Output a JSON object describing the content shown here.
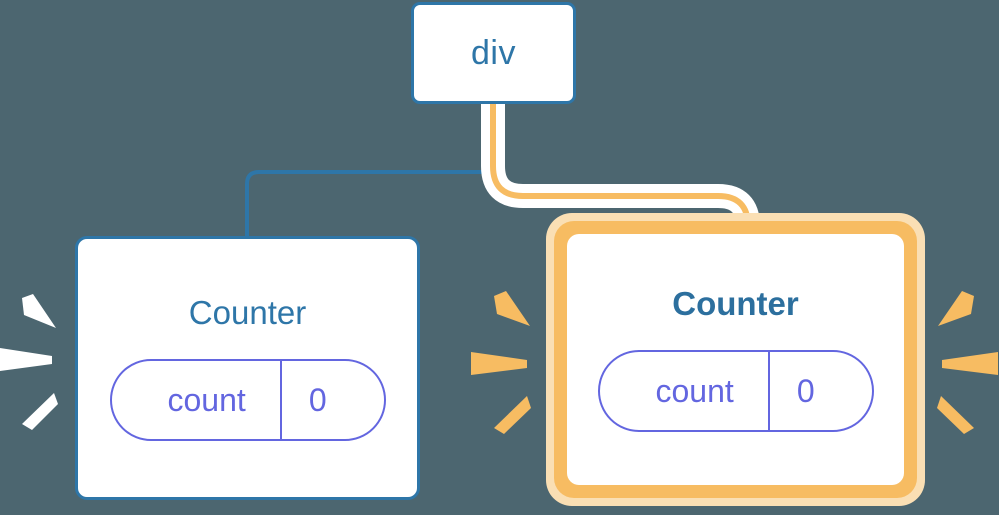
{
  "diagram": {
    "title": "react-component-tree-rerender",
    "background_color": "#4c6670",
    "nodes": {
      "root": {
        "label": "div",
        "border_color": "#2e76a8",
        "highlighted": false
      },
      "counter_left": {
        "label": "Counter",
        "border_color": "#2e76a8",
        "highlighted": false,
        "state": {
          "key": "count",
          "value": "0",
          "color": "#6366e0"
        }
      },
      "counter_right": {
        "label": "Counter",
        "border_color": "#f7bc62",
        "glow_color": "#fadfb4",
        "highlighted": true,
        "state": {
          "key": "count",
          "value": "0",
          "color": "#6366e0"
        }
      }
    },
    "edges": [
      {
        "name": "edge-div-to-counter-left",
        "from": "root",
        "to": "counter_left",
        "color": "#2e76a8",
        "highlighted": false
      },
      {
        "name": "edge-div-to-counter-right",
        "from": "root",
        "to": "counter_right",
        "color": "#f7bc62",
        "halo_color": "#ffffff",
        "highlighted": true
      }
    ],
    "sparks": [
      {
        "name": "spark-left-of-counter-left",
        "color": "#ffffff",
        "rays": 3
      },
      {
        "name": "spark-left-of-counter-right",
        "color": "#f7bc62",
        "rays": 3
      },
      {
        "name": "spark-right-of-counter-right",
        "color": "#f7bc62",
        "rays": 3
      }
    ]
  }
}
